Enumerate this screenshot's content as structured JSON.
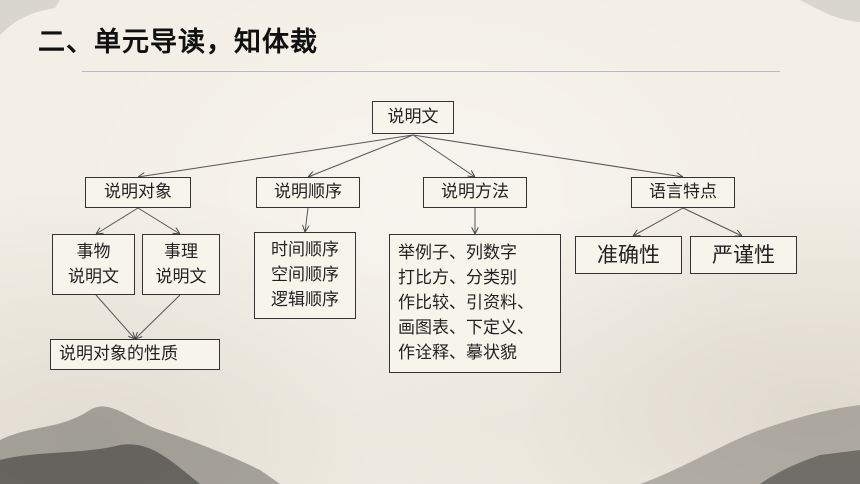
{
  "title": "二、单元导读，知体裁",
  "root": "说明文",
  "categories": [
    {
      "label": "说明对象"
    },
    {
      "label": "说明顺序"
    },
    {
      "label": "说明方法"
    },
    {
      "label": "语言特点"
    }
  ],
  "object_types": [
    {
      "lines": [
        "事物",
        "说明文"
      ]
    },
    {
      "lines": [
        "事理",
        "说明文"
      ]
    }
  ],
  "object_nature": "说明对象的性质",
  "orders": [
    "时间顺序",
    "空间顺序",
    "逻辑顺序"
  ],
  "methods": [
    "举例子、列数字",
    "打比方、分类别",
    "作比较、引资料、",
    "画图表、下定义、",
    "作诠释、摹状貌"
  ],
  "language": [
    "准确性",
    "严谨性"
  ]
}
